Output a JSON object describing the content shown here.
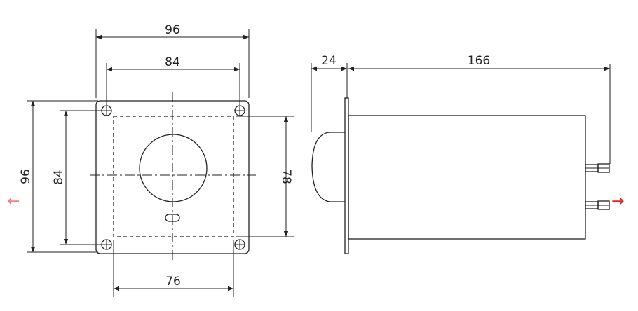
{
  "dimensions": {
    "front_outer_width": "96",
    "front_hole_spacing_width": "84",
    "front_outer_height": "96",
    "front_hole_spacing_height": "84",
    "front_panel_cut_height": "78",
    "front_panel_cut_width": "76",
    "side_front_depth": "24",
    "side_body_length": "166"
  },
  "nav": {
    "prev_arrow": "←",
    "next_arrow": "→",
    "prev_color": "#f08080",
    "next_color": "#e52222"
  }
}
